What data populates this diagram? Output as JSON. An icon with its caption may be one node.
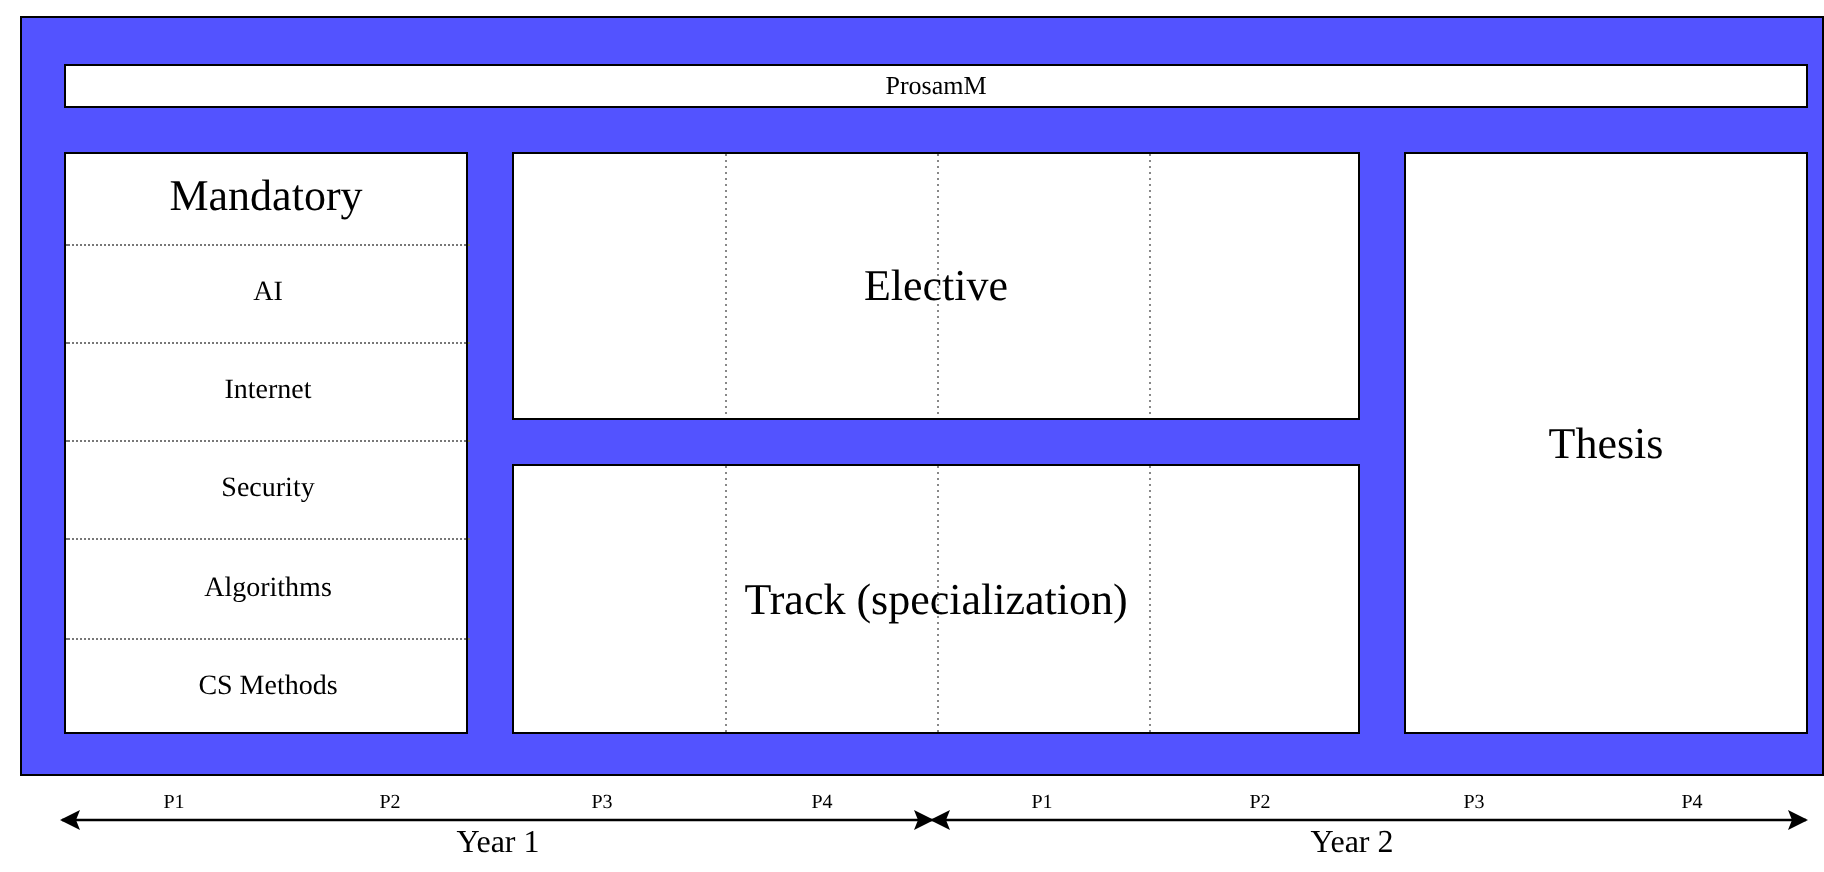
{
  "diagram": {
    "nodes": [
      {
        "text": [],
        "shape": "box"
      },
      {
        "text": [
          "ProsamM"
        ],
        "in": 0
      },
      {
        "text": [
          "Mandatory"
        ],
        "in": 0
      },
      {
        "text": [
          "AI"
        ],
        "in": 2
      },
      {
        "text": [
          "Internet"
        ],
        "in": 2
      },
      {
        "text": [
          "Security"
        ],
        "in": 2
      },
      {
        "text": [
          "Algorithms"
        ],
        "in": 2
      },
      {
        "text": [
          "CS Methods"
        ],
        "in": 2
      },
      {
        "text": [
          "Elective"
        ],
        "in": 0
      },
      {
        "text": [
          "Track (specialization)"
        ],
        "in": 0
      },
      {
        "text": [
          "Thesis"
        ],
        "in": 0
      }
    ],
    "labels": [
      "P1",
      "P2",
      "P3",
      "P4",
      "P1",
      "P2",
      "P3",
      "P4",
      "Year 1",
      "Year 2"
    ]
  }
}
